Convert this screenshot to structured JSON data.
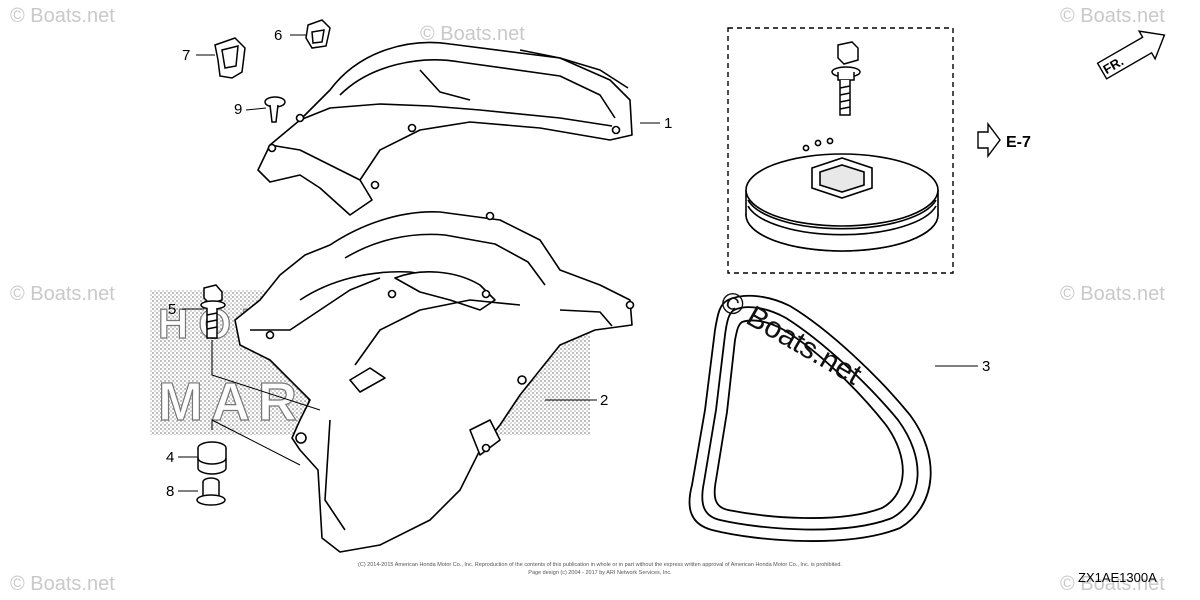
{
  "watermark": {
    "text": "© Boats.net",
    "center_text": "© Boats.net"
  },
  "callouts": [
    {
      "id": "1",
      "label": "1"
    },
    {
      "id": "2",
      "label": "2"
    },
    {
      "id": "3",
      "label": "3"
    },
    {
      "id": "4",
      "label": "4"
    },
    {
      "id": "5",
      "label": "5"
    },
    {
      "id": "6",
      "label": "6"
    },
    {
      "id": "7",
      "label": "7"
    },
    {
      "id": "8",
      "label": "8"
    },
    {
      "id": "9",
      "label": "9"
    }
  ],
  "reference": {
    "label": "E-7"
  },
  "direction": {
    "label": "FR."
  },
  "diagram_code": "ZX1AE1300A",
  "background_marks": {
    "line1": "HONDA",
    "line2": "MARINE"
  },
  "copyright": {
    "line1": "(C) 2014-2015 American Honda Motor Co., Inc. Reproduction of the contents of this publication in whole or in part without the express written approval of American Honda Motor Co., Inc. is prohibited.",
    "line2": "Page design (c) 2004 - 2017 by ARI Network Services, Inc."
  }
}
